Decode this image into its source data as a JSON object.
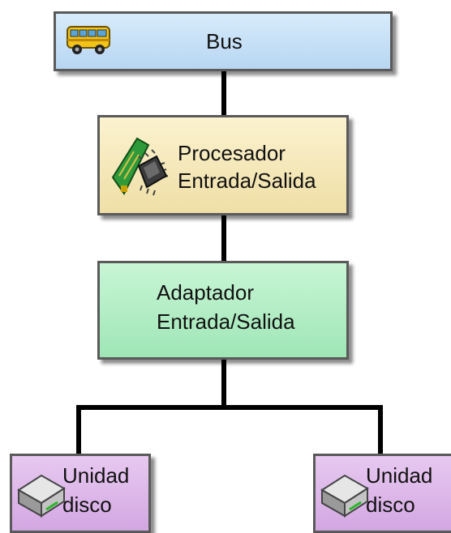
{
  "bus": {
    "label": "Bus",
    "icon": "bus-icon"
  },
  "iop": {
    "line1": "Procesador",
    "line2": "Entrada/Salida",
    "icon": "circuit-board-chip-icon"
  },
  "ioa": {
    "line1": "Adaptador",
    "line2": "Entrada/Salida"
  },
  "disks": [
    {
      "line1": "Unidad",
      "line2": "disco",
      "icon": "disk-drive-icon"
    },
    {
      "line1": "Unidad",
      "line2": "disco",
      "icon": "disk-drive-icon"
    }
  ],
  "colors": {
    "bus_fill": "#c6e0f7",
    "iop_fill": "#f5e9bb",
    "ioa_fill": "#b0edc4",
    "disk_fill": "#dcb6e8",
    "border": "#5a5a5a",
    "connector": "#000000"
  }
}
